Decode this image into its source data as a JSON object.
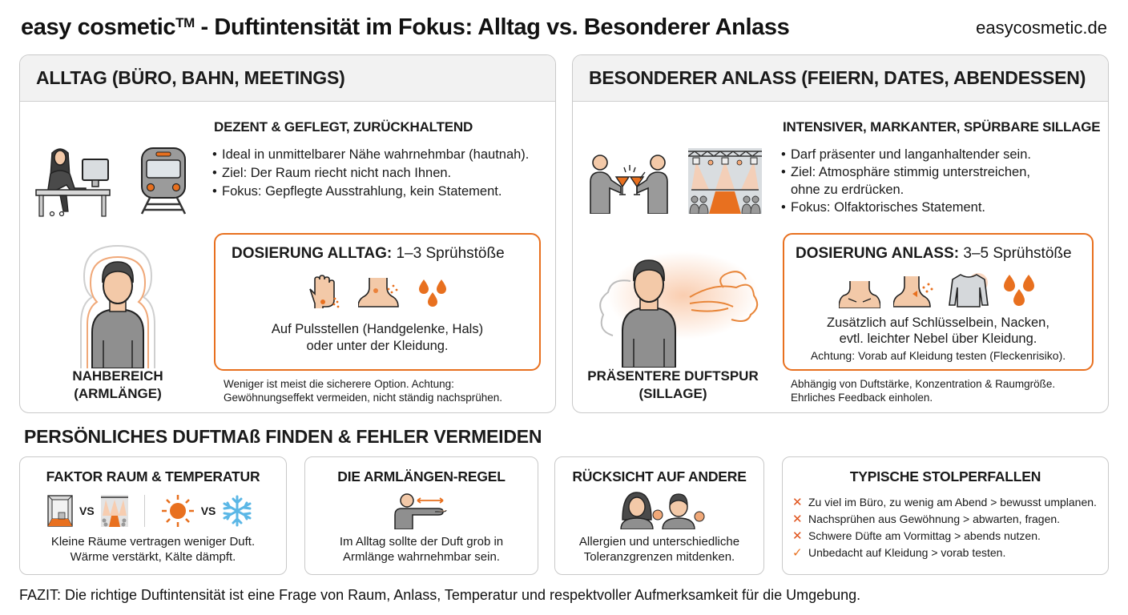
{
  "header": {
    "title": "easy cosmetic",
    "trademark": "TM",
    "title_rest": " - Duftintensität im Fokus: Alltag vs. Besonderer Anlass",
    "site": "easycosmetic.de"
  },
  "alltag": {
    "heading": "ALLTAG (BÜRO, BAHN, MEETINGS)",
    "icons": [
      "office-worker-icon",
      "train-icon"
    ],
    "subhead": "DEZENT & GEFLEGT, ZURÜCKHALTEND",
    "bullets": [
      "Ideal in unmittelbarer Nähe wahrnehmbar (hautnah).",
      "Ziel: Der Raum riecht nicht nach Ihnen.",
      "Fokus: Gepflegte Ausstrahlung, kein Statement."
    ],
    "figure_label_1": "NAHBEREICH",
    "figure_label_2": "(ARMLÄNGE)",
    "dose_label": "DOSIERUNG ALLTAG:",
    "dose_value": "1–3 Sprühstöße",
    "dose_icons": [
      "wrist-icon",
      "neck-icon",
      "drops-icon"
    ],
    "dose_text_1": "Auf Pulsstellen (Handgelenke, Hals)",
    "dose_text_2": "oder unter der Kleidung.",
    "note_1": "Weniger ist meist die sicherere Option. Achtung:",
    "note_2": "Gewöhnungseffekt vermeiden, nicht ständig nachsprühen."
  },
  "anlass": {
    "heading": "BESONDERER ANLASS (FEIERN, DATES, ABENDESSEN)",
    "icons": [
      "cocktail-toast-icon",
      "stage-event-icon"
    ],
    "subhead": "INTENSIVER, MARKANTER, SPÜRBARE SILLAGE",
    "bullets": [
      "Darf präsenter und langanhaltender sein.",
      "Ziel: Atmosphäre stimmig unterstreichen,",
      "ohne zu erdrücken.",
      "Fokus: Olfaktorisches Statement."
    ],
    "figure_label_1": "PRÄSENTERE DUFTSPUR",
    "figure_label_2": "(SILLAGE)",
    "dose_label": "DOSIERUNG ANLASS:",
    "dose_value": "3–5 Sprühstöße",
    "dose_icons": [
      "collarbone-icon",
      "neck-spray-icon",
      "sweater-mist-icon",
      "drops-icon"
    ],
    "dose_text_1": "Zusätzlich auf Schlüsselbein, Nacken,",
    "dose_text_2": "evtl. leichter Nebel über Kleidung.",
    "dose_warn": "Achtung: Vorab auf Kleidung testen (Fleckenrisiko).",
    "note_1": "Abhängig von Duftstärke, Konzentration & Raumgröße.",
    "note_2": "Ehrliches Feedback einholen."
  },
  "section2": {
    "title": "PERSÖNLICHES DUFTMAß FINDEN & FEHLER VERMEIDEN",
    "cards": [
      {
        "title": "FAKTOR RAUM & TEMPERATUR",
        "vs": "VS",
        "text_1": "Kleine Räume vertragen weniger Duft.",
        "text_2": "Wärme verstärkt, Kälte dämpft."
      },
      {
        "title": "DIE ARMLÄNGEN-REGEL",
        "text_1": "Im Alltag sollte der Duft grob in",
        "text_2": "Armlänge wahrnehmbar sein."
      },
      {
        "title": "RÜCKSICHT AUF ANDERE",
        "text_1": "Allergien und unterschiedliche",
        "text_2": "Toleranzgrenzen mitdenken."
      },
      {
        "title": "TYPISCHE STOLPERFALLEN",
        "items": [
          {
            "mark": "✕",
            "text": "Zu viel im Büro, zu wenig am Abend > bewusst umplanen."
          },
          {
            "mark": "✕",
            "text": "Nachsprühen aus Gewöhnung > abwarten, fragen."
          },
          {
            "mark": "✕",
            "text": "Schwere Düfte am Vormittag > abends nutzen."
          },
          {
            "mark": "✓",
            "text": "Unbedacht auf Kleidung > vorab testen."
          }
        ]
      }
    ]
  },
  "fazit": "FAZIT: Die richtige Duftintensität ist eine Frage von Raum, Anlass, Temperatur und respektvoller Aufmerksamkeit für die Umgebung.",
  "colors": {
    "accent": "#e8701f",
    "panel_header": "#f2f2f2",
    "border": "#c9c9c9",
    "figure_gray": "#8a8a8a",
    "skin": "#f3c9a8"
  }
}
